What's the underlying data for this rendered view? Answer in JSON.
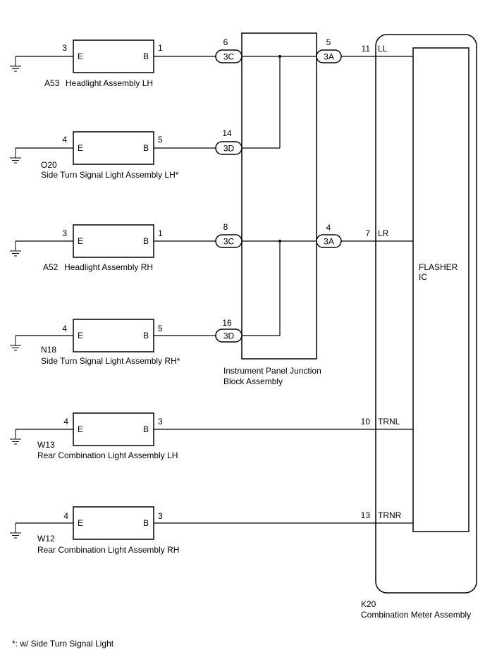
{
  "components": [
    {
      "code": "A53",
      "name": "Headlight Assembly LH",
      "pin_e": "3",
      "pin_b": "1",
      "term_e": "E",
      "term_b": "B"
    },
    {
      "code": "O20",
      "name": "Side Turn Signal Light Assembly LH*",
      "pin_e": "4",
      "pin_b": "5",
      "term_e": "E",
      "term_b": "B"
    },
    {
      "code": "A52",
      "name": "Headlight Assembly RH",
      "pin_e": "3",
      "pin_b": "1",
      "term_e": "E",
      "term_b": "B"
    },
    {
      "code": "N18",
      "name": "Side Turn Signal Light Assembly RH*",
      "pin_e": "4",
      "pin_b": "5",
      "term_e": "E",
      "term_b": "B"
    },
    {
      "code": "W13",
      "name": "Rear Combination Light Assembly LH",
      "pin_e": "4",
      "pin_b": "3",
      "term_e": "E",
      "term_b": "B"
    },
    {
      "code": "W12",
      "name": "Rear Combination Light Assembly RH",
      "pin_e": "4",
      "pin_b": "3",
      "term_e": "E",
      "term_b": "B"
    }
  ],
  "junction_block": {
    "name_line1": "Instrument Panel Junction",
    "name_line2": "Block Assembly",
    "inputs": [
      {
        "pin": "6",
        "connector": "3C"
      },
      {
        "pin": "14",
        "connector": "3D"
      },
      {
        "pin": "8",
        "connector": "3C"
      },
      {
        "pin": "16",
        "connector": "3D"
      }
    ],
    "outputs": [
      {
        "pin": "5",
        "connector": "3A"
      },
      {
        "pin": "4",
        "connector": "3A"
      }
    ]
  },
  "meter": {
    "code": "K20",
    "name": "Combination Meter Assembly",
    "ic_line1": "FLASHER",
    "ic_line2": "IC",
    "terminals": [
      {
        "pin": "11",
        "signal": "LL"
      },
      {
        "pin": "7",
        "signal": "LR"
      },
      {
        "pin": "10",
        "signal": "TRNL"
      },
      {
        "pin": "13",
        "signal": "TRNR"
      }
    ]
  },
  "footnote": "*: w/ Side Turn Signal Light"
}
